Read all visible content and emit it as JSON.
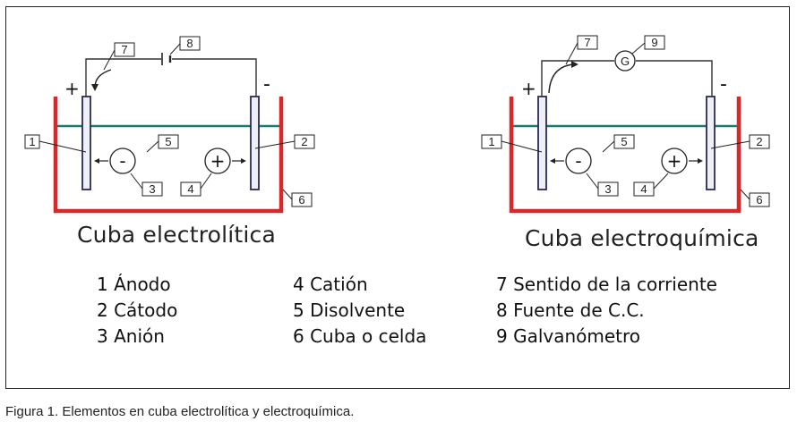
{
  "colors": {
    "cell": "#d8282a",
    "electrolyte": "#1d7a72",
    "electrode_fill": "#eef0f6",
    "electrode_stroke": "#2a2a55",
    "wire": "#333333"
  },
  "left_diagram": {
    "caption": "Cuba electrolítica",
    "plus": "+",
    "minus": "-",
    "anion_symbol": "-",
    "cation_symbol": "+",
    "labels": {
      "l1": "1",
      "l2": "2",
      "l3": "3",
      "l4": "4",
      "l5": "5",
      "l6": "6",
      "l7": "7",
      "l8": "8"
    }
  },
  "right_diagram": {
    "caption": "Cuba electroquímica",
    "plus": "+",
    "minus": "-",
    "anion_symbol": "-",
    "cation_symbol": "+",
    "galvanometer_symbol": "G",
    "labels": {
      "l1": "1",
      "l2": "2",
      "l3": "3",
      "l4": "4",
      "l5": "5",
      "l6": "6",
      "l7": "7",
      "l9": "9"
    }
  },
  "legend": {
    "col1": [
      "1 Ánodo",
      "2 Cátodo",
      "3 Anión"
    ],
    "col2": [
      "4 Catión",
      "5 Disolvente",
      "6 Cuba o celda"
    ],
    "col3": [
      "7 Sentido de la corriente",
      "8 Fuente de C.C.",
      "9 Galvanómetro"
    ]
  },
  "figure_caption": "Figura 1. Elementos en cuba electrolítica y electroquímica."
}
